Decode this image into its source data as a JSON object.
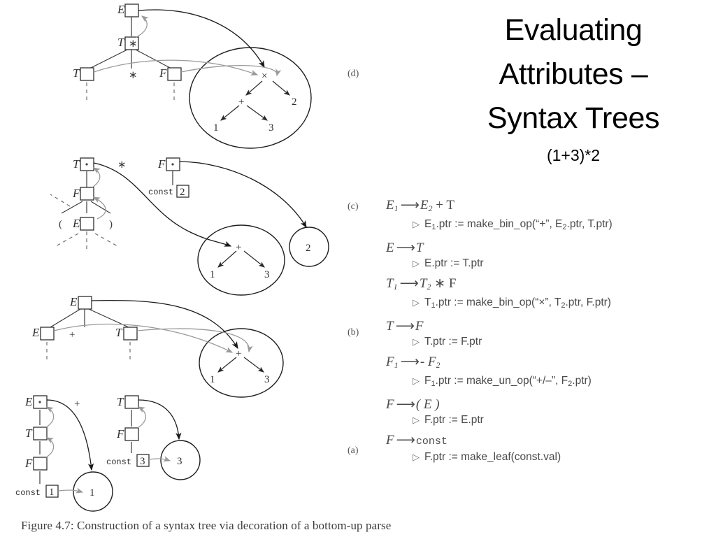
{
  "title": {
    "lines": [
      "Evaluating",
      "Attributes –",
      "Syntax Trees"
    ],
    "subtitle": "(1+3)*2"
  },
  "caption": "Figure 4.7:  Construction of a syntax tree via decoration of a bottom-up parse",
  "panel_labels": {
    "a": "(a)",
    "b": "(b)",
    "c": "(c)",
    "d": "(d)"
  },
  "grammar": {
    "rules": [
      {
        "lhs": "E",
        "lhs_sub": "1",
        "rhs": "E",
        "rhs_sub": "2",
        "rhs_rest": "+  T",
        "action_prefix": "E",
        "action_sub": "1",
        "action": ".ptr := make_bin_op(“+”, E",
        "action_sub2": "2",
        "action_tail": ".ptr, T.ptr)"
      },
      {
        "lhs": "E",
        "lhs_sub": "",
        "rhs": "T",
        "rhs_sub": "",
        "rhs_rest": "",
        "action_prefix": "E",
        "action_sub": "",
        "action": ".ptr := T.ptr",
        "action_sub2": "",
        "action_tail": ""
      },
      {
        "lhs": "T",
        "lhs_sub": "1",
        "rhs": "T",
        "rhs_sub": "2",
        "rhs_rest": "∗  F",
        "action_prefix": "T",
        "action_sub": "1",
        "action": ".ptr := make_bin_op(“×”, T",
        "action_sub2": "2",
        "action_tail": ".ptr, F.ptr)"
      },
      {
        "lhs": "T",
        "lhs_sub": "",
        "rhs": "F",
        "rhs_sub": "",
        "rhs_rest": "",
        "action_prefix": "T",
        "action_sub": "",
        "action": ".ptr := F.ptr",
        "action_sub2": "",
        "action_tail": ""
      },
      {
        "lhs": "F",
        "lhs_sub": "1",
        "rhs": "-  F",
        "rhs_sub": "2",
        "rhs_rest": "",
        "action_prefix": "F",
        "action_sub": "1",
        "action": ".ptr := make_un_op(“+/–”, F",
        "action_sub2": "2",
        "action_tail": ".ptr)"
      },
      {
        "lhs": "F",
        "lhs_sub": "",
        "rhs": "( E )",
        "rhs_sub": "",
        "rhs_rest": "",
        "action_prefix": "F",
        "action_sub": "",
        "action": ".ptr := E.ptr",
        "action_sub2": "",
        "action_tail": ""
      },
      {
        "lhs": "F",
        "lhs_sub": "",
        "rhs": "const",
        "rhs_sub": "",
        "rhs_rest": "",
        "action_prefix": "F",
        "action_sub": "",
        "action": ".ptr := make_leaf(const.val)",
        "action_sub2": "",
        "action_tail": ""
      }
    ],
    "arrow_glyph": "⟶",
    "triangle_glyph": "▷"
  },
  "panels": {
    "a": {
      "left_tree": {
        "nodes": [
          "E",
          "T",
          "F"
        ],
        "terminal_label": "const",
        "terminal_value": "1",
        "operator": "+"
      },
      "right_tree": {
        "nodes": [
          "T",
          "F"
        ],
        "terminal_label": "const",
        "terminal_value": "3"
      },
      "leaf_circles": [
        "1",
        "3"
      ]
    },
    "b": {
      "root": "E",
      "children": [
        "E",
        "+",
        "T"
      ],
      "tree_node_root": "+",
      "tree_node_leaves": [
        "1",
        "3"
      ]
    },
    "c": {
      "left_chain": [
        "T",
        "F",
        "E"
      ],
      "paren_open": "(",
      "paren_close": ")",
      "star": "∗",
      "right_node": "F",
      "right_terminal_label": "const",
      "right_terminal_value": "2",
      "tree_node_root": "+",
      "tree_node_leaves": [
        "1",
        "3"
      ],
      "circle_value": "2"
    },
    "d": {
      "root": "E",
      "mid": "T",
      "mid_box_value": "∗",
      "children": [
        "T",
        "∗",
        "F"
      ],
      "tree_root": "×",
      "tree_sub_root": "+",
      "tree_leaves": [
        "1",
        "3"
      ],
      "tree_right_leaf": "2"
    }
  },
  "colors": {
    "ink": "#2f2f2f",
    "gray_pointer": "#9a9a9a",
    "dark_pointer": "#1a1a1a",
    "grammar_text": "#4a4a4a"
  }
}
